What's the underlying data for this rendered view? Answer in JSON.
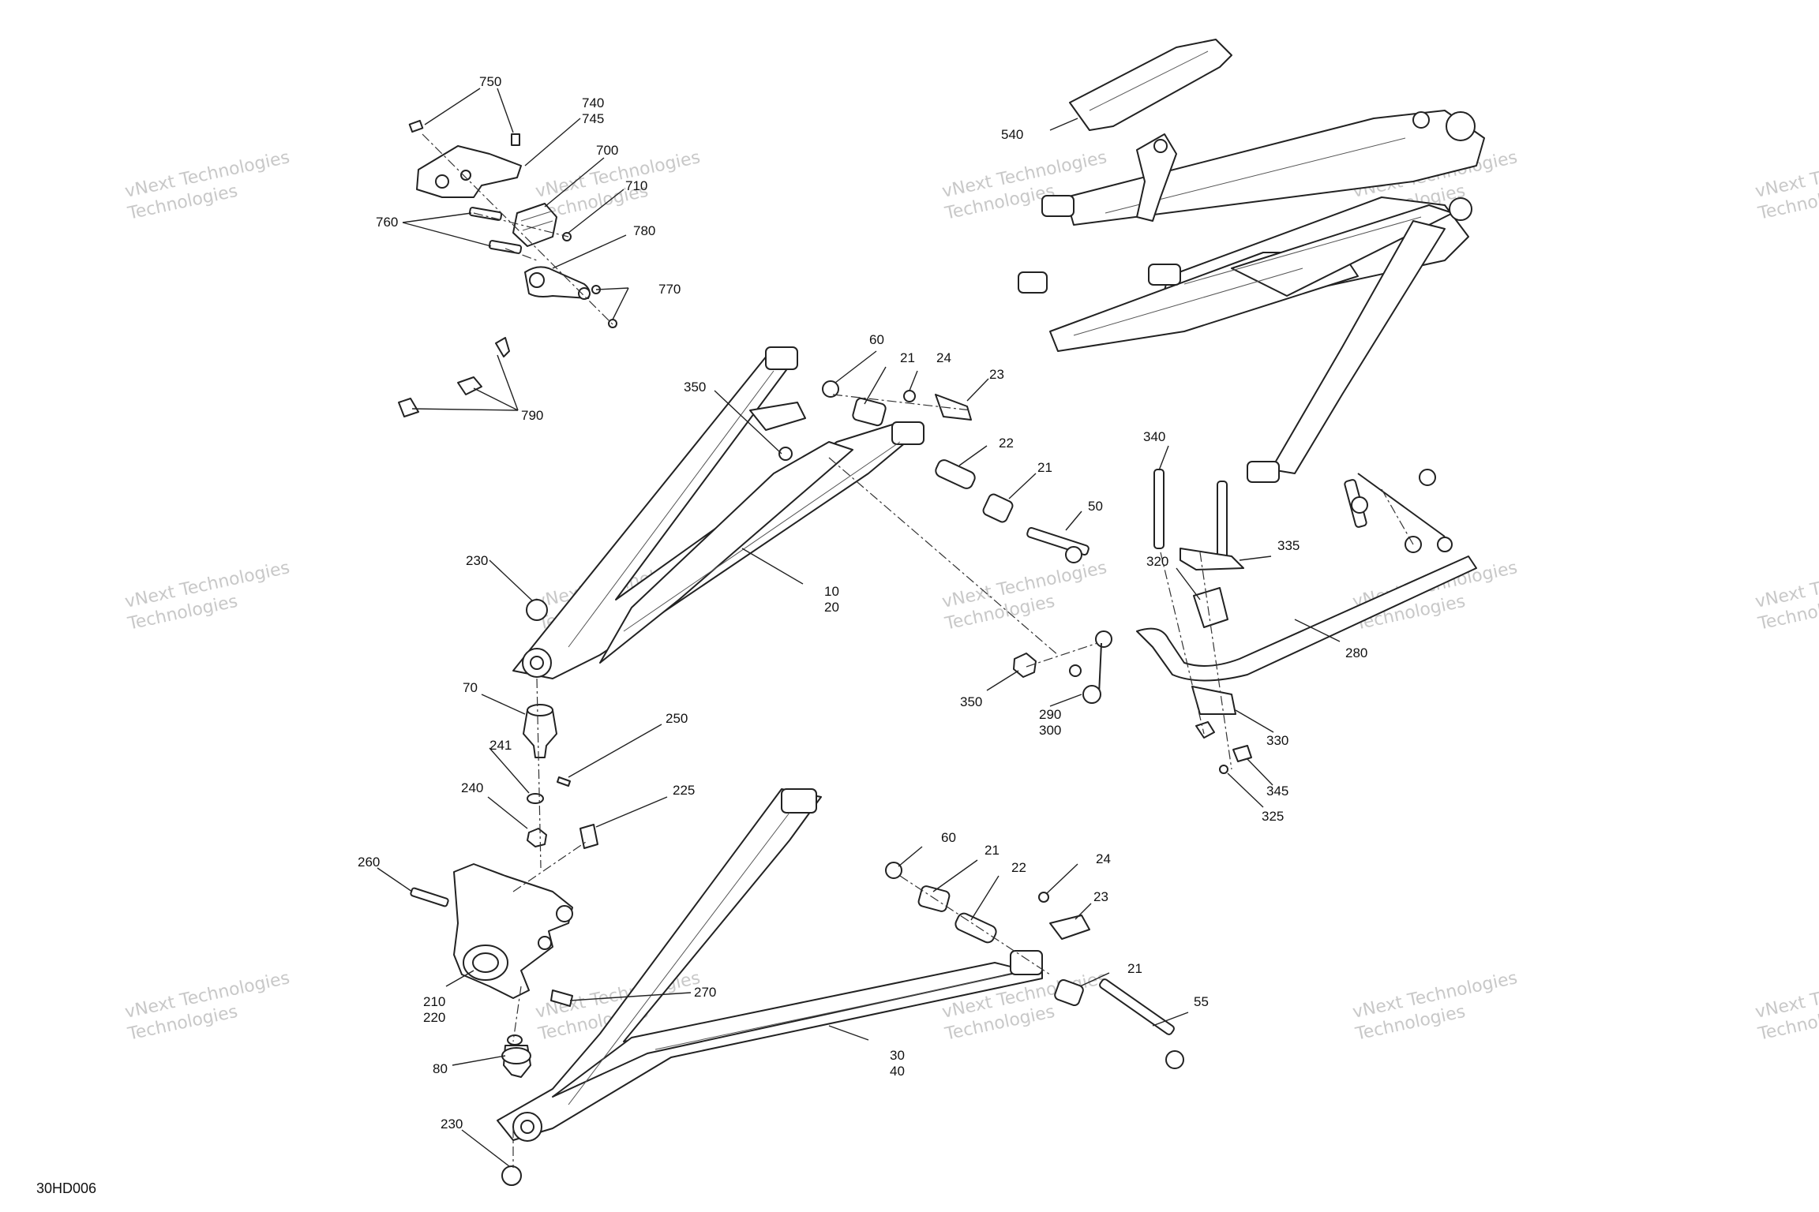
{
  "diagram_code": "30HD006",
  "watermark": {
    "line1": "vNext Technologies",
    "line2": "Technologies"
  },
  "callouts": [
    {
      "id": "750",
      "text": "750"
    },
    {
      "id": "740",
      "text": "740"
    },
    {
      "id": "745",
      "text": "745"
    },
    {
      "id": "700",
      "text": "700"
    },
    {
      "id": "710",
      "text": "710"
    },
    {
      "id": "760",
      "text": "760"
    },
    {
      "id": "780",
      "text": "780"
    },
    {
      "id": "770",
      "text": "770"
    },
    {
      "id": "790",
      "text": "790"
    },
    {
      "id": "540",
      "text": "540"
    },
    {
      "id": "60a",
      "text": "60"
    },
    {
      "id": "21a",
      "text": "21"
    },
    {
      "id": "24a",
      "text": "24"
    },
    {
      "id": "23a",
      "text": "23"
    },
    {
      "id": "350a",
      "text": "350"
    },
    {
      "id": "22a",
      "text": "22"
    },
    {
      "id": "21b",
      "text": "21"
    },
    {
      "id": "50",
      "text": "50"
    },
    {
      "id": "10",
      "text": "10"
    },
    {
      "id": "20",
      "text": "20"
    },
    {
      "id": "230a",
      "text": "230"
    },
    {
      "id": "340",
      "text": "340"
    },
    {
      "id": "335",
      "text": "335"
    },
    {
      "id": "320",
      "text": "320"
    },
    {
      "id": "280",
      "text": "280"
    },
    {
      "id": "350b",
      "text": "350"
    },
    {
      "id": "290",
      "text": "290"
    },
    {
      "id": "300",
      "text": "300"
    },
    {
      "id": "330",
      "text": "330"
    },
    {
      "id": "345",
      "text": "345"
    },
    {
      "id": "325",
      "text": "325"
    },
    {
      "id": "70",
      "text": "70"
    },
    {
      "id": "250",
      "text": "250"
    },
    {
      "id": "241",
      "text": "241"
    },
    {
      "id": "240",
      "text": "240"
    },
    {
      "id": "225",
      "text": "225"
    },
    {
      "id": "260",
      "text": "260"
    },
    {
      "id": "60b",
      "text": "60"
    },
    {
      "id": "21c",
      "text": "21"
    },
    {
      "id": "22b",
      "text": "22"
    },
    {
      "id": "24b",
      "text": "24"
    },
    {
      "id": "23b",
      "text": "23"
    },
    {
      "id": "21d",
      "text": "21"
    },
    {
      "id": "210",
      "text": "210"
    },
    {
      "id": "220",
      "text": "220"
    },
    {
      "id": "270",
      "text": "270"
    },
    {
      "id": "55",
      "text": "55"
    },
    {
      "id": "80",
      "text": "80"
    },
    {
      "id": "30",
      "text": "30"
    },
    {
      "id": "40",
      "text": "40"
    },
    {
      "id": "230b",
      "text": "230"
    }
  ]
}
